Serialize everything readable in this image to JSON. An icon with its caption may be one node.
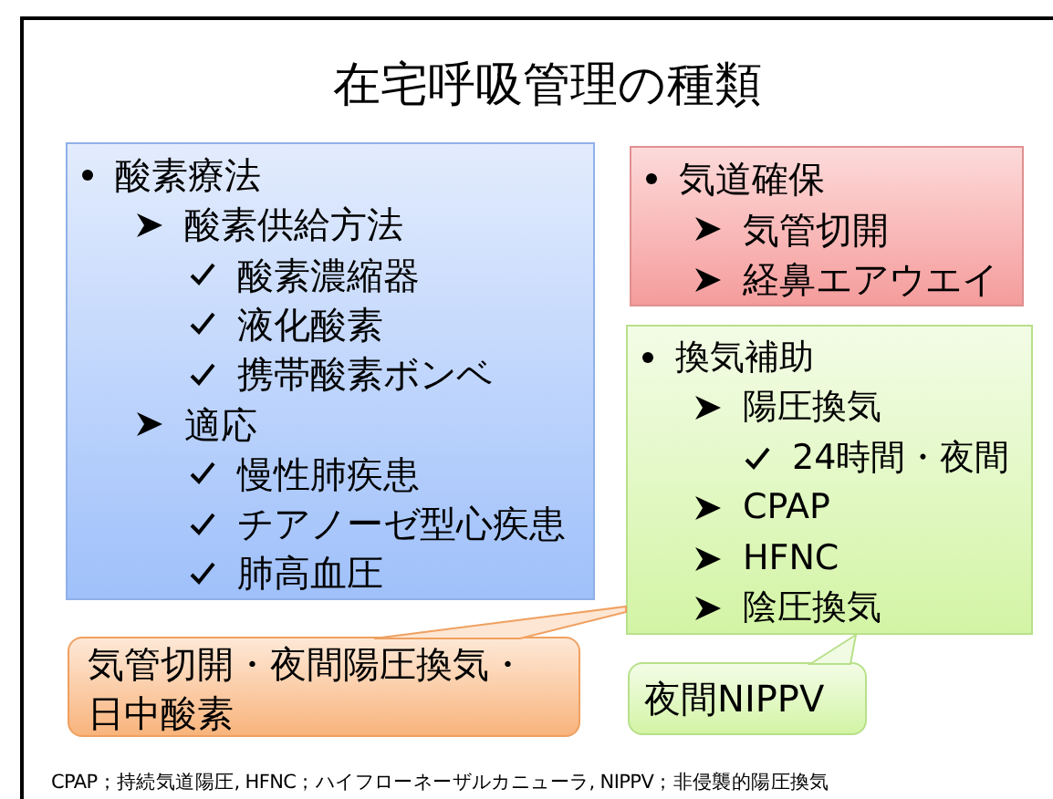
{
  "diagram": {
    "title": "在宅呼吸管理の種類",
    "nodes": [
      {
        "text": [
          "酸素療法",
          "酸素供給方法",
          "酸素濃縮器",
          "液化酸素",
          "携帯酸素ボンベ",
          "適応",
          "慢性肺疾患",
          "チアノーゼ型心疾患",
          "肺高血圧"
        ]
      },
      {
        "text": [
          "気道確保",
          "気管切開",
          "経鼻エアウエイ"
        ]
      },
      {
        "text": [
          "換気補助",
          "陽圧換気",
          "24時間・夜間",
          "CPAP",
          "HFNC",
          "陰圧換気"
        ]
      },
      {
        "text": [
          "気管切開・夜間陽圧換気・日中酸素"
        ]
      },
      {
        "text": [
          "夜間NIPPV"
        ]
      }
    ],
    "edges": [
      {
        "from": 3,
        "to": 2,
        "arrow": "none"
      },
      {
        "from": 4,
        "to": 2,
        "arrow": "to"
      }
    ],
    "labels": [
      "CPAP；持続気道陽圧, HFNC；ハイフローネーザルカニューラ, NIPPV；非侵襲的陽圧換気"
    ]
  }
}
